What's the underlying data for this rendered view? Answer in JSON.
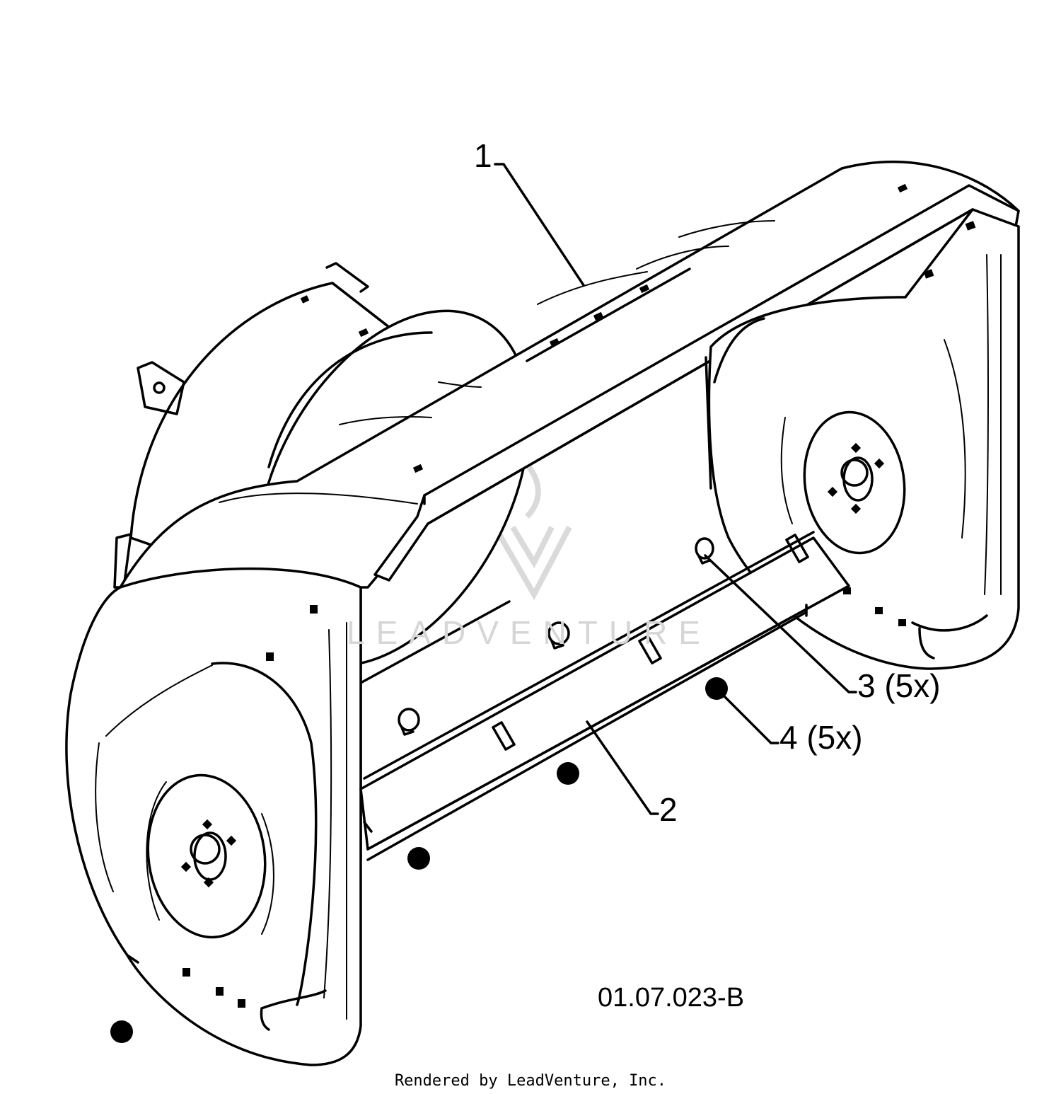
{
  "callouts": {
    "part1": "1",
    "part2": "2",
    "part3": "3 (5x)",
    "part4": "4 (5x)"
  },
  "diagram_code": "01.07.023-B",
  "watermark": "LEADVENTURE",
  "footer": "Rendered by LeadVenture, Inc.",
  "colors": {
    "line": "#000000",
    "background": "#ffffff",
    "watermark": "#d6d6d6"
  }
}
